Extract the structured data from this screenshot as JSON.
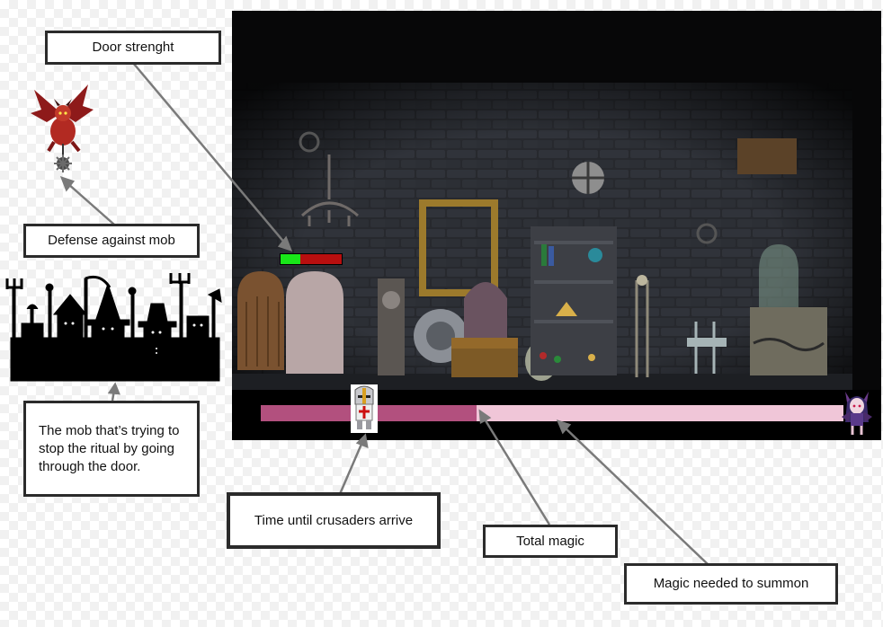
{
  "callouts": {
    "door_strength": "Door strenght",
    "defense": "Defense against mob",
    "mob": "The mob that’s trying to stop the ritual by going through the door.",
    "crusaders": "Time until crusaders arrive",
    "total_magic": "Total magic",
    "magic_needed": "Magic needed to summon"
  },
  "hud": {
    "door_strength_fraction": 0.33,
    "door_bar_colors": {
      "healthy": "#19e619",
      "damaged": "#b80f0f"
    },
    "magic_progress_fraction": 0.37,
    "magic_bar_colors": {
      "filled": "#b2507e",
      "remaining": "#f0c6d8"
    }
  },
  "sprites": {
    "defender": "red-demon-icon",
    "mob": "mob-silhouette-icon",
    "crusader": "crusader-knight-icon",
    "summoner": "succubus-icon"
  },
  "colors": {
    "callout_border": "#2b2b2b",
    "arrow": "#7a7a7a"
  }
}
